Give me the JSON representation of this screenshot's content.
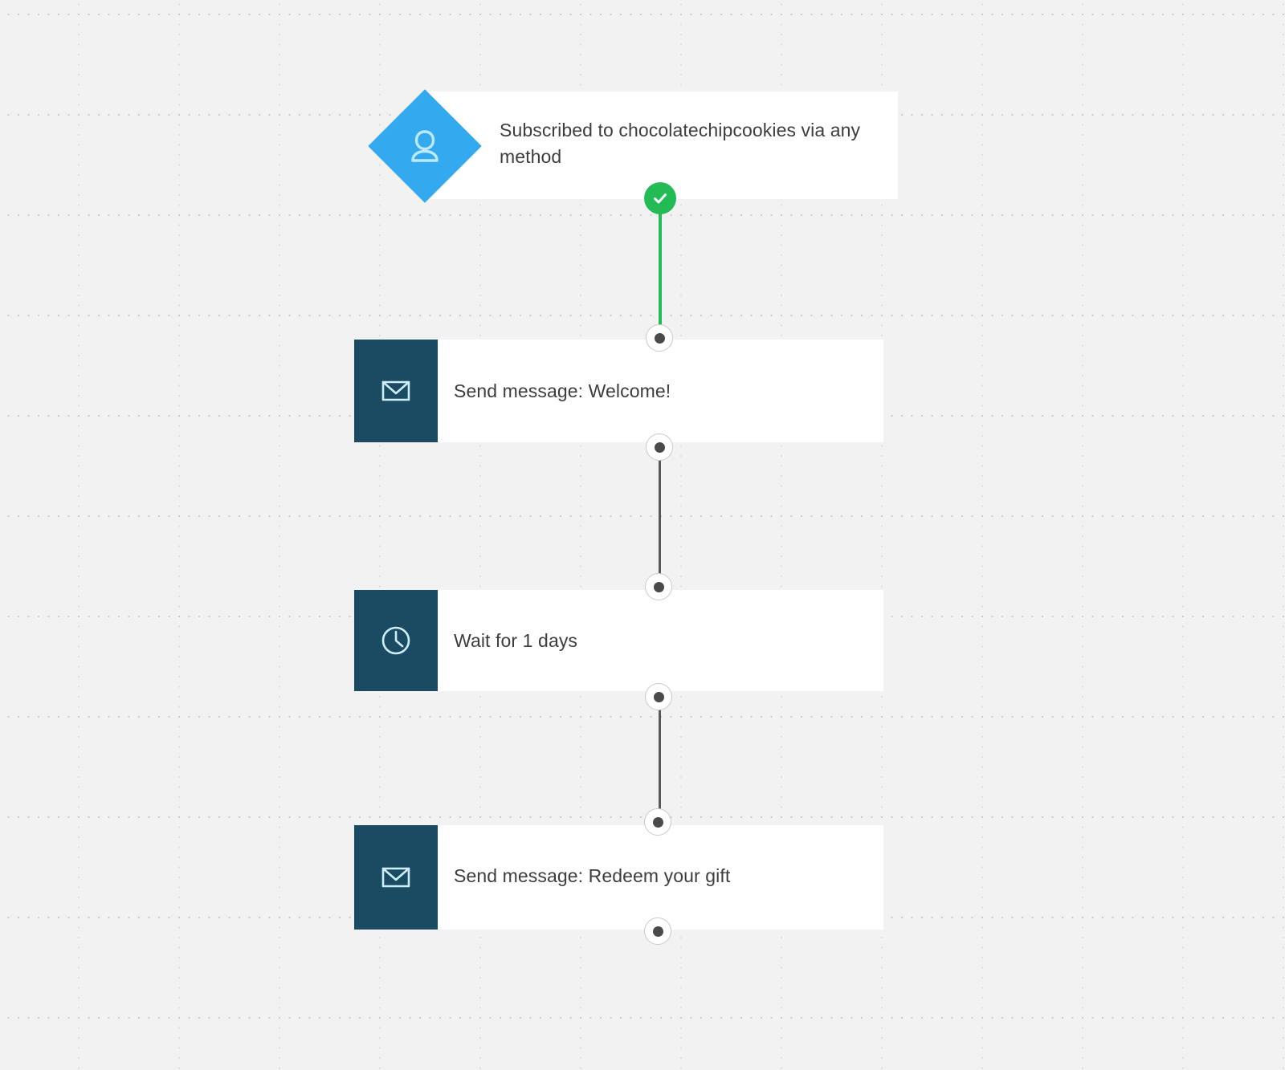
{
  "canvas": {
    "background_color": "#f2f2f2",
    "grid_dot_color": "#cfcfcf"
  },
  "workflow": {
    "trigger": {
      "label": "Subscribed to chocolatechipcookies via any method",
      "icon": "person-icon",
      "shape": "diamond",
      "color": "#33a9f0",
      "status": "active",
      "status_icon": "check-icon",
      "status_color": "#22bb55"
    },
    "steps": [
      {
        "id": "welcome",
        "label": "Send message: Welcome!",
        "icon": "envelope-icon",
        "icon_block_color": "#1b4a63"
      },
      {
        "id": "wait",
        "label": "Wait for 1 days",
        "icon": "clock-icon",
        "icon_block_color": "#1b4a63"
      },
      {
        "id": "redeem",
        "label": "Send message: Redeem your gift",
        "icon": "envelope-icon",
        "icon_block_color": "#1b4a63"
      }
    ],
    "connectors": [
      {
        "id": "trigger-welcome",
        "from": "trigger",
        "to": "welcome",
        "state": "active",
        "color": "#22bb55"
      },
      {
        "id": "welcome-wait",
        "from": "welcome",
        "to": "wait",
        "state": "default",
        "color": "#595959"
      },
      {
        "id": "wait-redeem",
        "from": "wait",
        "to": "redeem",
        "state": "default",
        "color": "#595959"
      }
    ]
  }
}
